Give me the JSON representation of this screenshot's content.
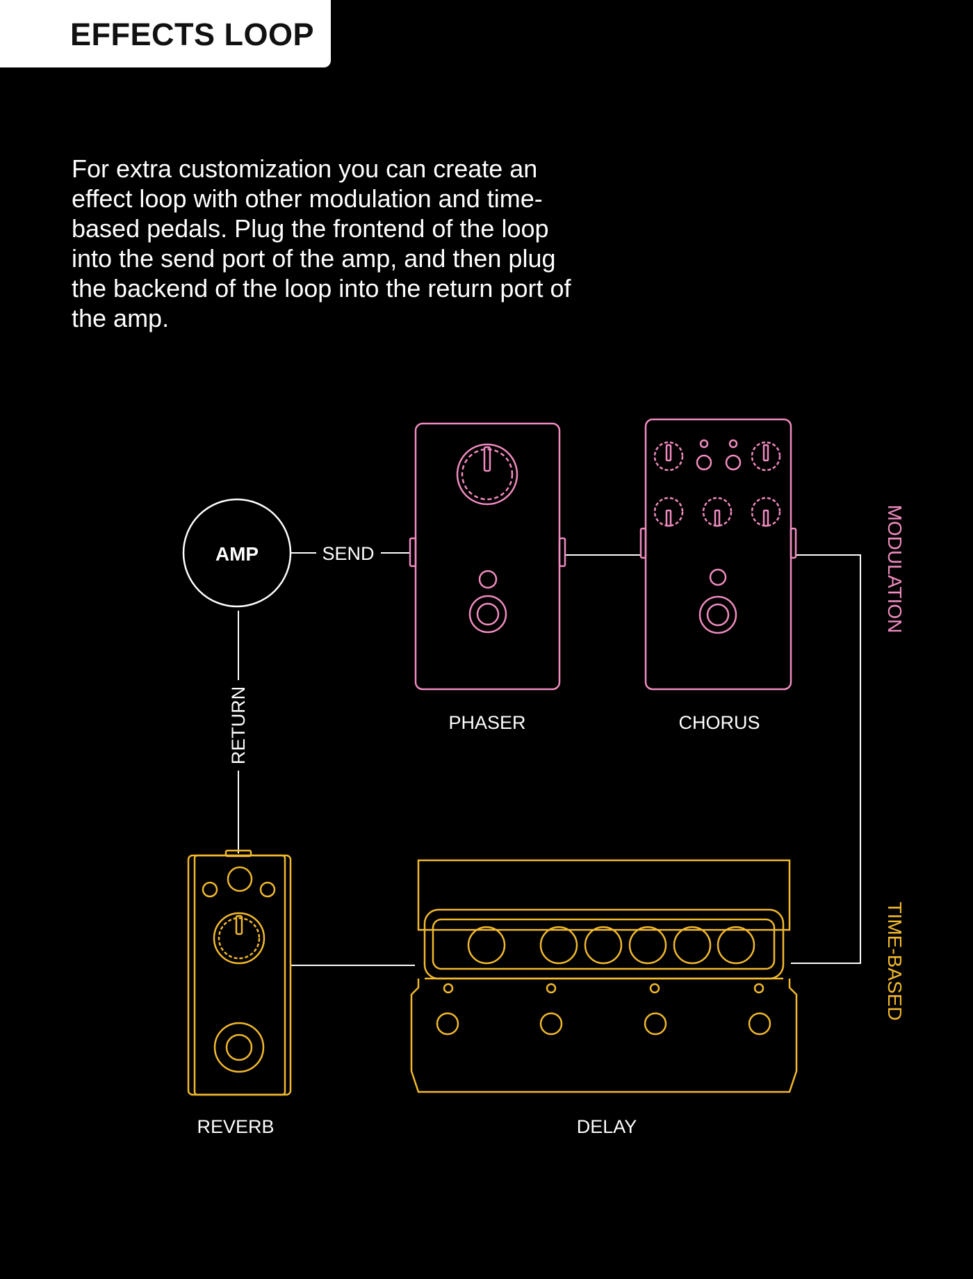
{
  "header": {
    "title": "EFFECTS LOOP"
  },
  "intro": {
    "text": "For extra customization you can create an effect loop with other modulation and time-based pedals. Plug the frontend of the loop into the send port of the amp, and then plug the backend of the loop into the return port of the amp."
  },
  "diagram": {
    "amp_label": "AMP",
    "send_label": "SEND",
    "return_label": "RETURN",
    "pedals": {
      "phaser": "PHASER",
      "chorus": "CHORUS",
      "reverb": "REVERB",
      "delay": "DELAY"
    },
    "groups": {
      "modulation": "MODULATION",
      "time_based": "TIME-BASED"
    }
  },
  "colors": {
    "background": "#000000",
    "modulation": "#f08cc0",
    "time_based": "#f2b92e",
    "lines": "#ffffff"
  }
}
